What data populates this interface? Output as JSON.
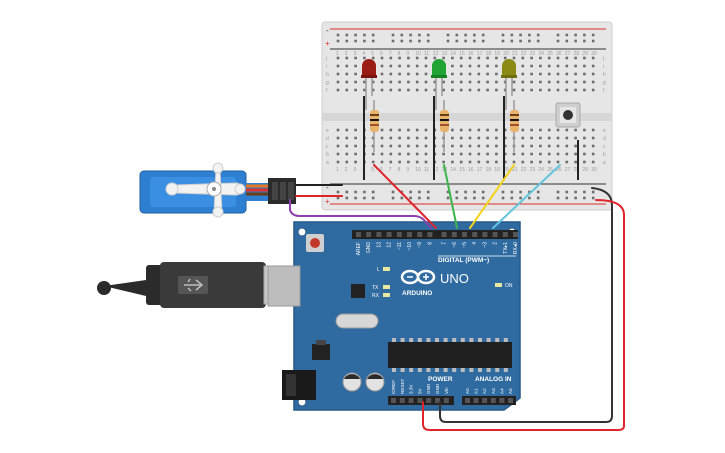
{
  "colors": {
    "board": "#2f6aa0",
    "board_edge": "#27598a",
    "breadboard": "#e6e6e6",
    "rail_red": "#d9302c",
    "rail_black": "#333333",
    "wire_red": "#e0242a",
    "wire_green": "#3cb54a",
    "wire_yellow": "#f2d21c",
    "wire_cyan": "#62c5dd",
    "wire_purple": "#8e3fb0",
    "wire_black": "#333333",
    "led_red": "#9b1c14",
    "led_green": "#1fa332",
    "led_yellow": "#8a8a14",
    "servo": "#2e7fd1"
  },
  "arduino": {
    "model": "UNO",
    "brand": "ARDUINO",
    "digital_header": "DIGITAL (PWM~)",
    "power_header": "POWER",
    "analog_header": "ANALOG IN",
    "on_label": "ON",
    "led_l": "L",
    "led_tx": "TX",
    "led_rx": "RX",
    "digital_pins": [
      "AREF",
      "GND",
      "13",
      "12",
      "~11",
      "~10",
      "~9",
      "8",
      "7",
      "~6",
      "~5",
      "4",
      "~3",
      "2",
      "TX▸1",
      "RX◂0"
    ],
    "power_pins": [
      "IOREF",
      "RESET",
      "3.3V",
      "5V",
      "GND",
      "GND",
      "Vin"
    ],
    "analog_pins": [
      "A0",
      "A1",
      "A2",
      "A3",
      "A4",
      "A5"
    ]
  },
  "breadboard": {
    "row_letters_top": [
      "j",
      "i",
      "h",
      "g",
      "f"
    ],
    "row_letters_bottom": [
      "e",
      "d",
      "c",
      "b",
      "a"
    ],
    "column_numbers": [
      "1",
      "2",
      "3",
      "4",
      "5",
      "6",
      "7",
      "8",
      "9",
      "10",
      "11",
      "12",
      "13",
      "14",
      "15",
      "16",
      "17",
      "18",
      "19",
      "20",
      "21",
      "22",
      "23",
      "24",
      "25",
      "26",
      "27",
      "28",
      "29",
      "30"
    ],
    "rail_plus": "+",
    "rail_minus": "-"
  },
  "components": {
    "leds": [
      "red-led",
      "green-led",
      "yellow-led"
    ],
    "resistors": 3,
    "pushbutton": "pushbutton",
    "servo": "servo-motor",
    "usb": "usb-cable"
  }
}
